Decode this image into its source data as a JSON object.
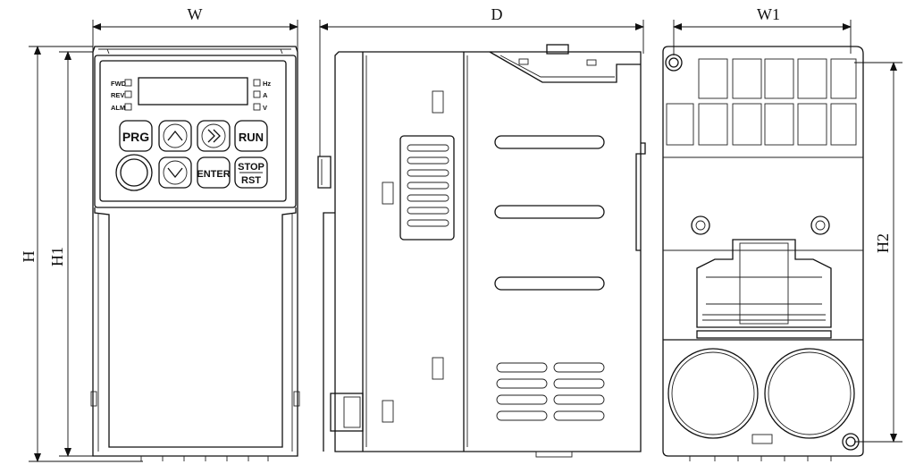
{
  "dimensions": {
    "width": "W",
    "depth": "D",
    "mount_width": "W1",
    "height": "H",
    "height_1": "H1",
    "mount_height": "H2"
  },
  "keypad": {
    "indicators_left": [
      "FWD",
      "REV",
      "ALM"
    ],
    "indicators_right": [
      "Hz",
      "A",
      "V"
    ],
    "keys": {
      "prg": "PRG",
      "up": "up-arrow-icon",
      "shift": "double-chevron-right-icon",
      "run": "RUN",
      "knob": "knob-icon",
      "down": "down-arrow-icon",
      "enter": "ENTER",
      "stop": "STOP",
      "reset": "RST"
    }
  }
}
